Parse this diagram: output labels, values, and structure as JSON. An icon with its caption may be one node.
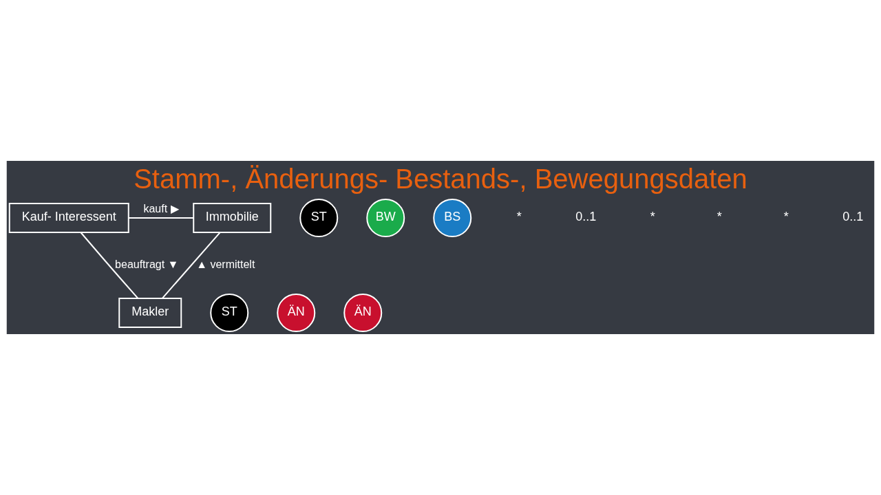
{
  "diagram": {
    "title": "Stamm-, Änderungs- Bestands-, Bewegungsdaten",
    "nodes": [
      {
        "text": [
          "Kauf- Interessent"
        ]
      },
      {
        "text": [
          "ST"
        ]
      },
      {
        "text": [
          "Immobilie"
        ]
      },
      {
        "text": [
          "BW"
        ]
      },
      {
        "text": [
          "BS"
        ]
      },
      {
        "text": [
          "Makler"
        ]
      },
      {
        "text": [
          "ST"
        ]
      },
      {
        "text": [
          "ÄN"
        ]
      },
      {
        "text": [
          "ÄN"
        ]
      }
    ],
    "edges": [
      {
        "from": 0,
        "to": 2,
        "arrow": "none",
        "label": "kauft ▶"
      },
      {
        "from": 0,
        "to": 5,
        "arrow": "none",
        "label": "beauftragt ▼"
      },
      {
        "from": 5,
        "to": 2,
        "arrow": "none",
        "label": "▲ vermittelt"
      }
    ],
    "labels": [
      "*",
      "0..1",
      "*",
      "*",
      "*",
      "0..1"
    ]
  }
}
